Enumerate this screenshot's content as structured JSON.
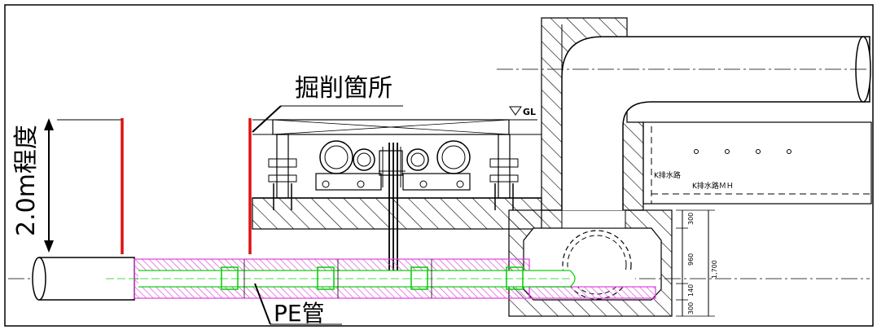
{
  "labels": {
    "excavation": "掘削箇所",
    "depth": "2.0m程度",
    "pipe": "PE管",
    "gl": "GL",
    "drain": "K排水路",
    "drain_mh": "K排水路ＭＨ"
  },
  "dimensions": [
    "300",
    "960",
    "140",
    "300",
    "1,700"
  ],
  "colors": {
    "sheet_pile": "#e01010",
    "pe_hatch": "#e040e0",
    "pe_pipe": "#10d010",
    "line": "#000000"
  }
}
